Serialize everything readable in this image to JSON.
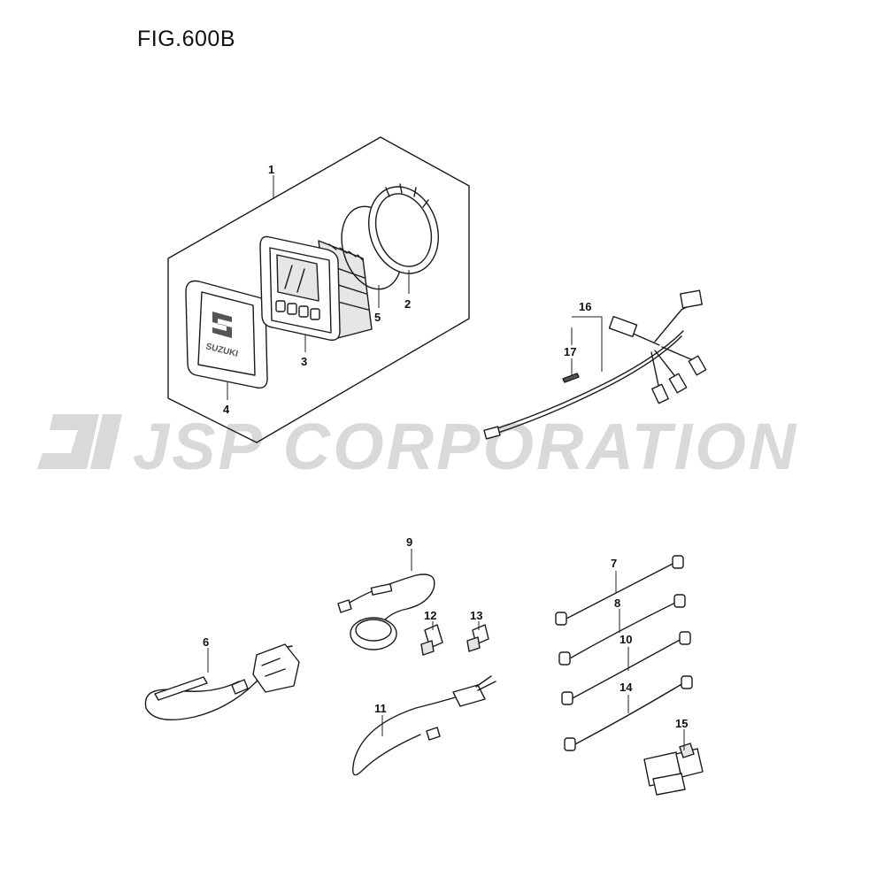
{
  "figure": {
    "title": "FIG.600B"
  },
  "watermark": {
    "text": "JSP CORPORATION"
  },
  "gauge_logo": {
    "text": "SUZUKI"
  },
  "callouts": [
    "1",
    "2",
    "3",
    "4",
    "5",
    "6",
    "7",
    "8",
    "9",
    "10",
    "11",
    "12",
    "13",
    "14",
    "15",
    "16",
    "17"
  ]
}
